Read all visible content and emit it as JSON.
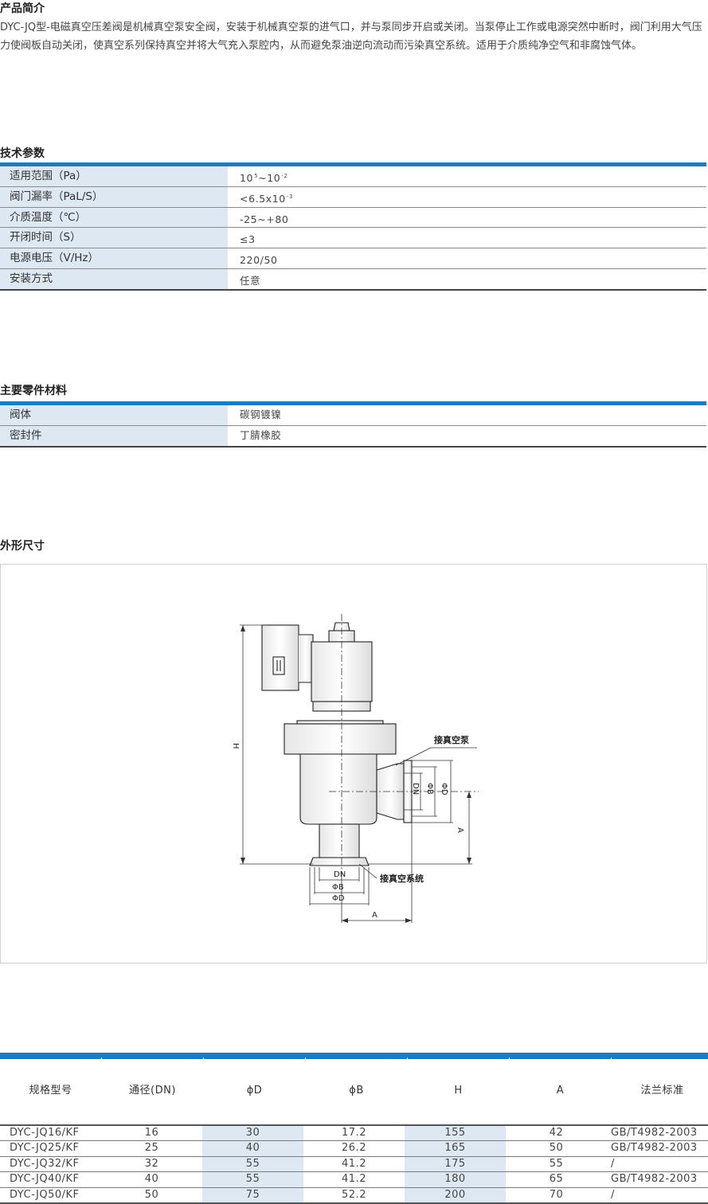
{
  "intro": {
    "title": "产品简介",
    "text": "DYC-JQ型-电磁真空压差阀是机械真空泵安全阀，安装于机械真空泵的进气口，并与泵同步开启或关闭。当泵停止工作或电源突然中断时，阀门利用大气压力使阀板自动关闭，使真空系列保持真空并将大气充入泵腔内，从而避免泵油逆向流动而污染真空系统。适用于介质纯净空气和非腐蚀气体。"
  },
  "tech": {
    "title": "技术参数",
    "rows": [
      {
        "key": "适用范围（Pa）",
        "val": "10",
        "sup1": "5",
        "mid": "~10",
        "sup2": "-2"
      },
      {
        "key": "阀门漏率（PaL/S）",
        "val": "<6.5x10",
        "sup1": "-3",
        "mid": "",
        "sup2": ""
      },
      {
        "key": "介质温度（℃）",
        "val": "-25~+80",
        "sup1": "",
        "mid": "",
        "sup2": ""
      },
      {
        "key": "开闭时间（S）",
        "val": "≤3",
        "sup1": "",
        "mid": "",
        "sup2": ""
      },
      {
        "key": "电源电压（V/Hz）",
        "val": "220/50",
        "sup1": "",
        "mid": "",
        "sup2": ""
      },
      {
        "key": "安装方式",
        "val": "任意",
        "sup1": "",
        "mid": "",
        "sup2": ""
      }
    ]
  },
  "materials": {
    "title": "主要零件材料",
    "rows": [
      {
        "key": "阀体",
        "val": "碳钢镀镍"
      },
      {
        "key": "密封件",
        "val": "丁腈橡胶"
      }
    ]
  },
  "outline": {
    "title": "外形尺寸",
    "drawing": {
      "label_pump": "接真空泵",
      "label_system": "接真空系统",
      "dim_H": "H",
      "dim_A": "A",
      "dim_A_bottom": "A",
      "dim_DN": "DN",
      "dim_B": "ΦB",
      "dim_D": "ΦD",
      "side_DN": "DN",
      "side_B": "ΦB",
      "side_D": "ΦD"
    }
  },
  "dims": {
    "headers": [
      "规格型号",
      "通径(DN)",
      "ϕD",
      "ϕB",
      "H",
      "A",
      "法兰标准"
    ],
    "rows": [
      [
        "DYC-JQ16/KF",
        "16",
        "30",
        "17.2",
        "155",
        "42",
        "GB/T4982-2003"
      ],
      [
        "DYC-JQ25/KF",
        "25",
        "40",
        "26.2",
        "165",
        "50",
        "GB/T4982-2003"
      ],
      [
        "DYC-JQ32/KF",
        "32",
        "55",
        "41.2",
        "175",
        "55",
        "/"
      ],
      [
        "DYC-JQ40/KF",
        "40",
        "55",
        "41.2",
        "180",
        "65",
        "GB/T4982-2003"
      ],
      [
        "DYC-JQ50/KF",
        "50",
        "75",
        "52.2",
        "200",
        "70",
        "/"
      ]
    ]
  },
  "colors": {
    "accent": "#1a7dc4",
    "shade": "#dde8f3"
  }
}
